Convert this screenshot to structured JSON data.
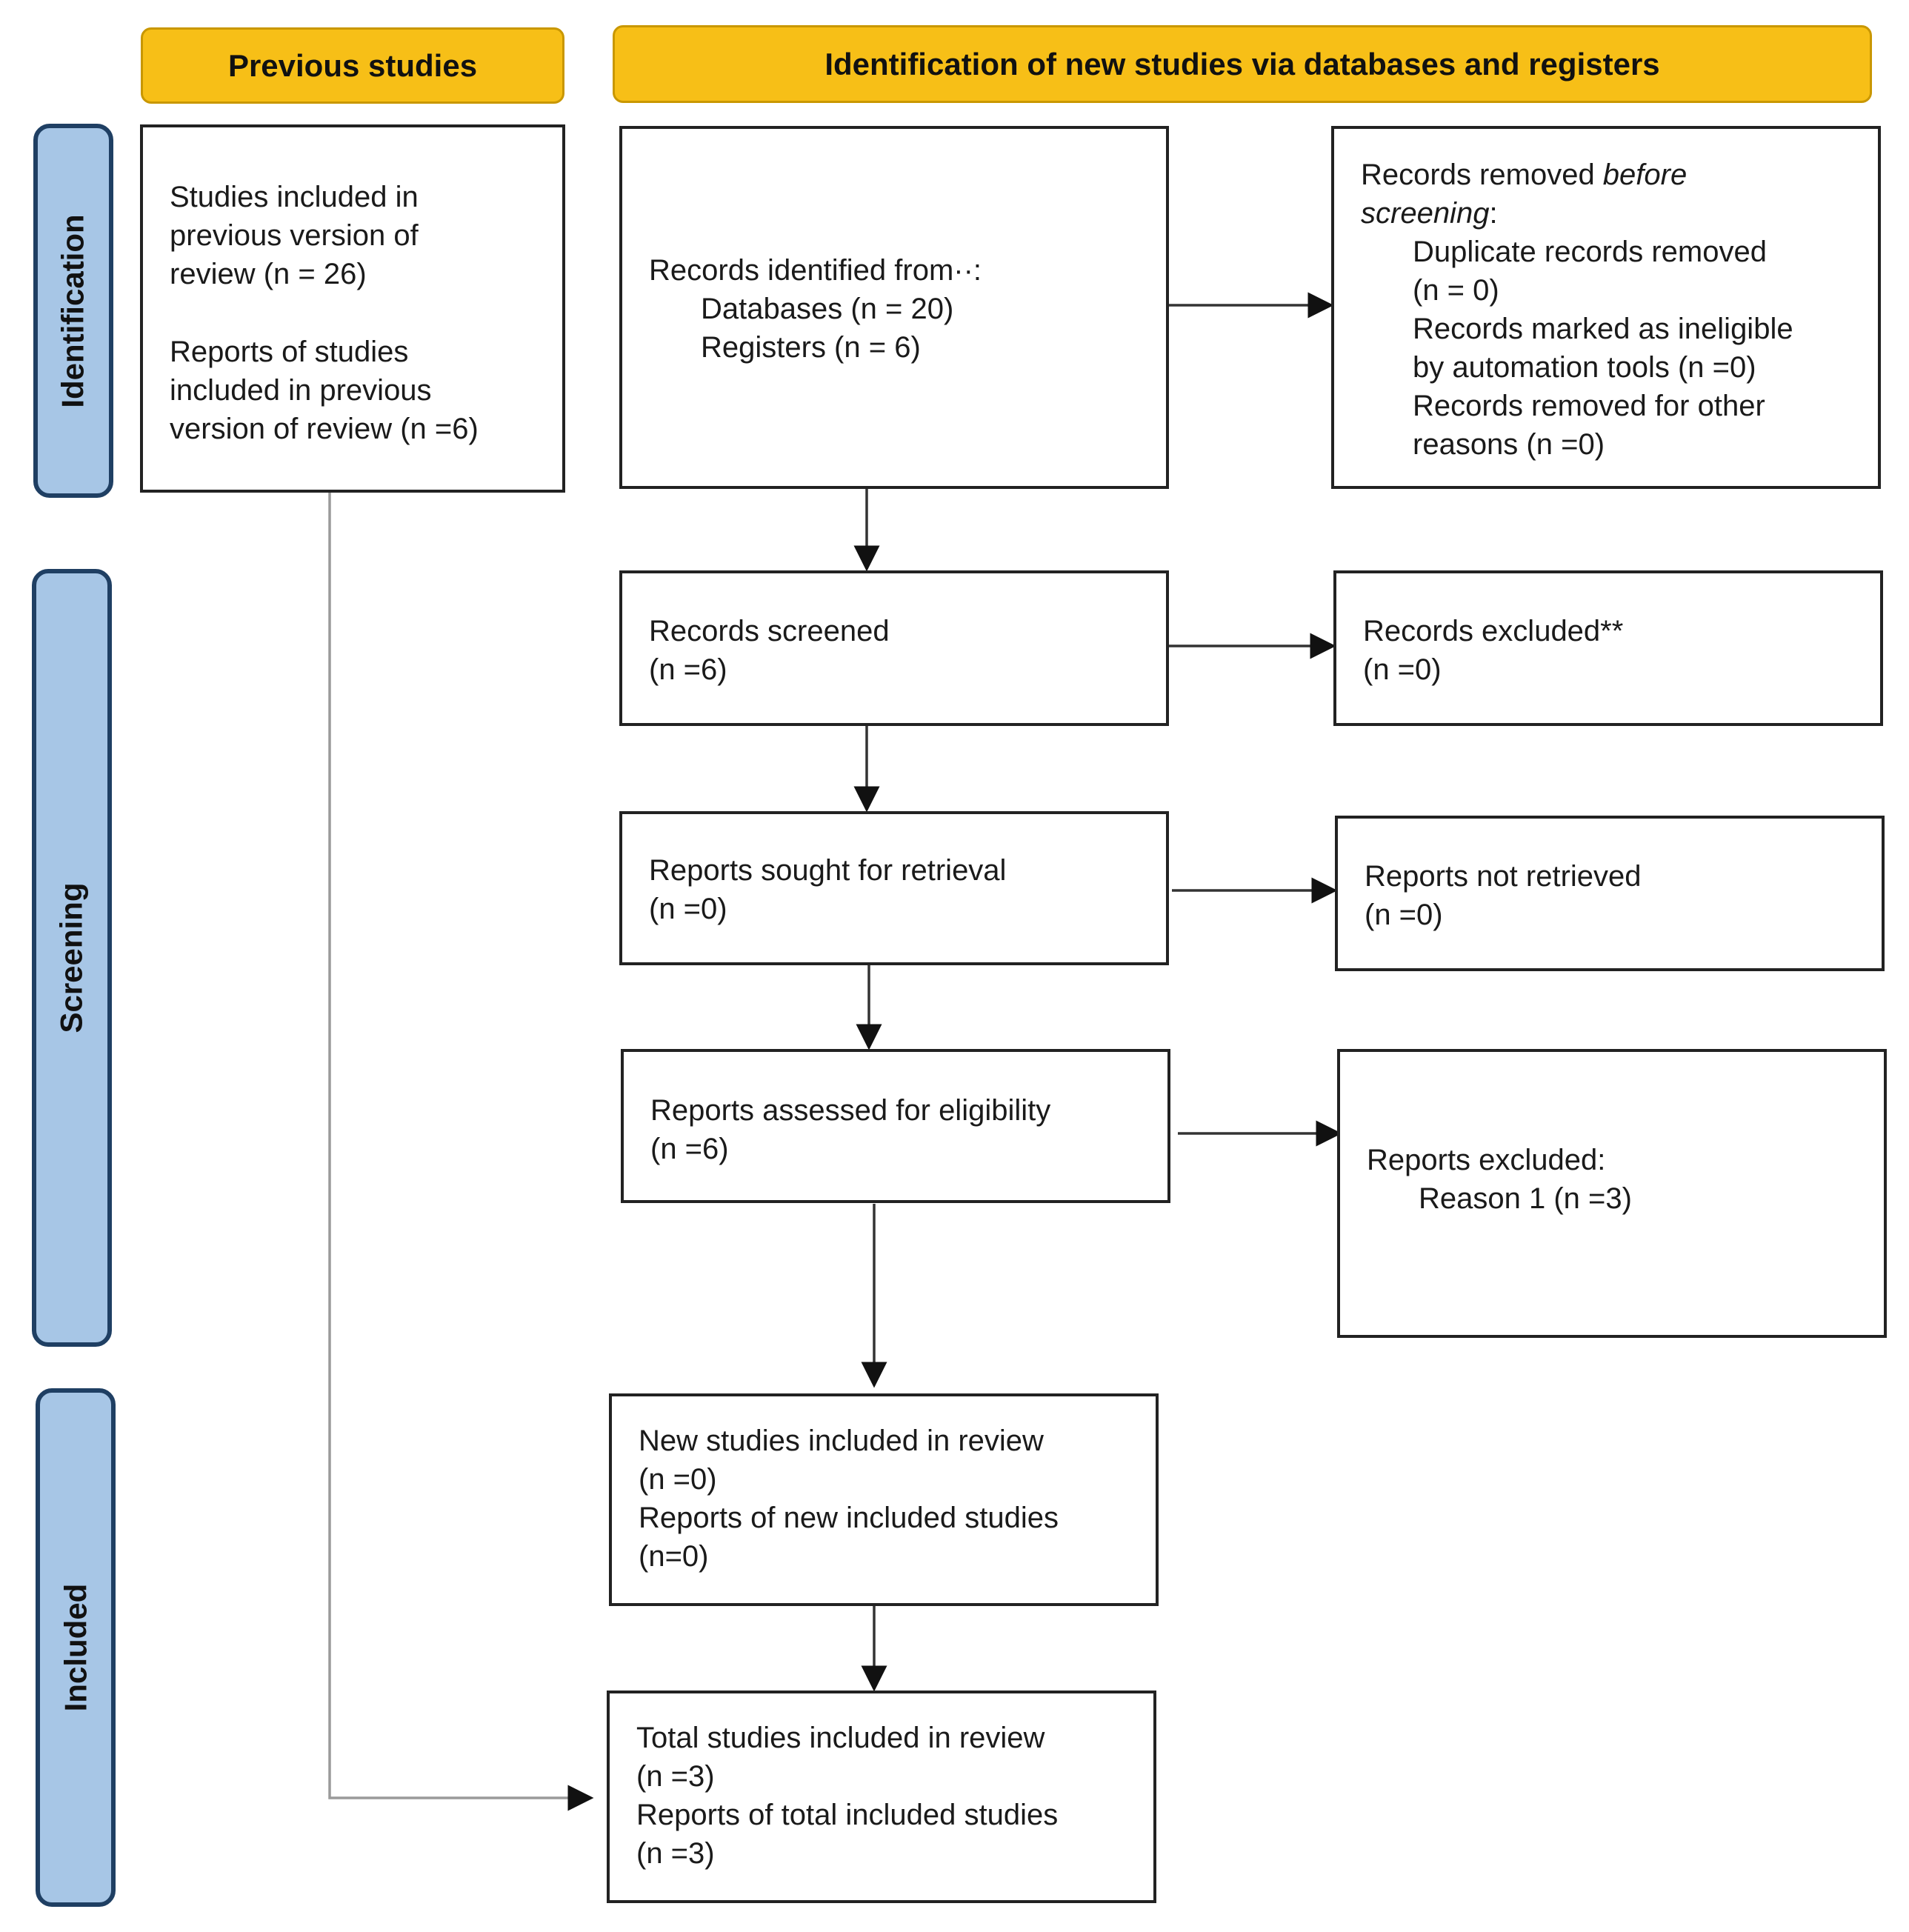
{
  "headers": {
    "previous": "Previous studies",
    "new": "Identification of new studies via databases and registers"
  },
  "phases": {
    "identification": "Identification",
    "screening": "Screening",
    "included": "Included"
  },
  "previous_box": {
    "line1": "Studies included in",
    "line2": "previous version of",
    "line3": "review (n = 26)",
    "line4": "Reports of studies",
    "line5": "included in previous",
    "line6": "version of review (n =6)"
  },
  "identified": {
    "title": "Records identified from··:",
    "databases": "Databases (n = 20)",
    "registers": "Registers (n = 6)"
  },
  "removed": {
    "title_start": "Records removed ",
    "title_em1": "before",
    "title_em2": "screening",
    "title_end": ":",
    "l1": "Duplicate records removed",
    "l2": "(n = 0)",
    "l3": "Records marked as ineligible",
    "l4": "by automation tools (n =0)",
    "l5": "Records removed for other",
    "l6": "reasons (n =0)"
  },
  "screened": {
    "title": "Records screened",
    "n": "(n =6)"
  },
  "excluded": {
    "title": "Records excluded**",
    "n": "(n =0)"
  },
  "sought": {
    "title": "Reports sought for retrieval",
    "n": "(n =0)"
  },
  "not_retrieved": {
    "title": "Reports not retrieved",
    "n": "(n =0)"
  },
  "assessed": {
    "title": "Reports assessed for eligibility",
    "n": "(n =6)"
  },
  "reports_excluded": {
    "title": "Reports excluded:",
    "reason": "Reason 1 (n =3)"
  },
  "new_included": {
    "l1": "New studies included in review",
    "l2": "(n =0)",
    "l3": "Reports of new included studies",
    "l4": "(n=0)"
  },
  "total": {
    "l1": "Total studies included in review",
    "l2": "(n =3)",
    "l3": "Reports of total included studies",
    "l4": "(n =3)"
  }
}
